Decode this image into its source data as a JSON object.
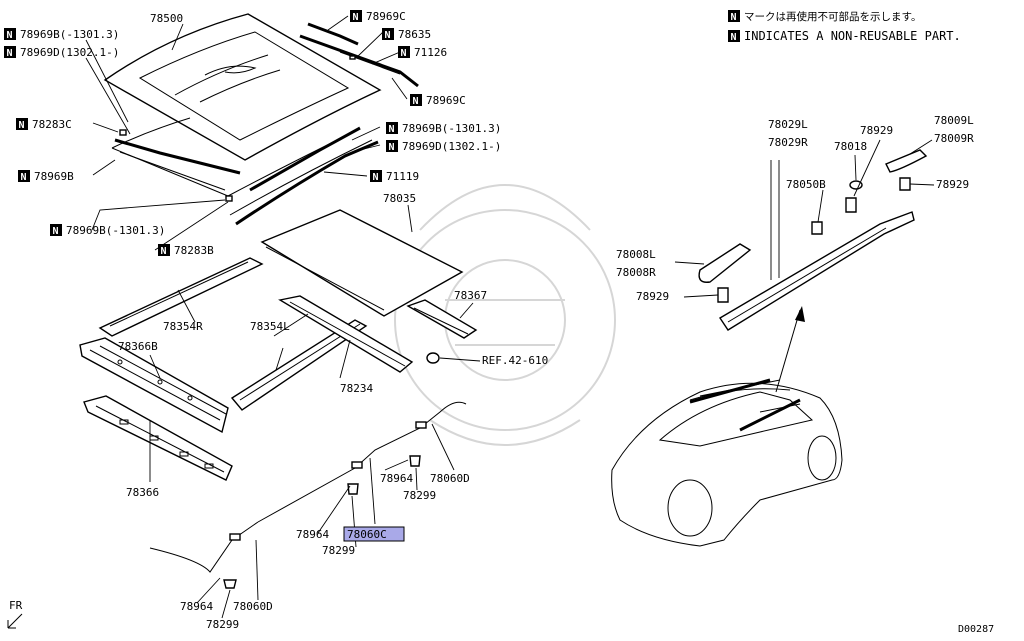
{
  "notes": {
    "line1": "マークは再使用不可部品を示します。",
    "line2": "INDICATES A NON-REUSABLE PART.",
    "marker": "N"
  },
  "diagram_code": "D00287",
  "front_label": "FR",
  "ref_label": "REF.42-610",
  "highlight_color": "#a9a9e8",
  "parts": {
    "p78500": "78500",
    "p78969B_a": "78969B(-1301.3)",
    "p78969D_a": "78969D(1302.1-)",
    "p78969C_top": "78969C",
    "p78635": "78635",
    "p71126": "71126",
    "p78969C_bot": "78969C",
    "p78283C": "78283C",
    "p78969B_b": "78969B",
    "p78969B_c": "78969B(-1301.3)",
    "p78969D_b": "78969D(1302.1-)",
    "p71119": "71119",
    "p78969B_d": "78969B(-1301.3)",
    "p78283B": "78283B",
    "p78035": "78035",
    "p78354R": "78354R",
    "p78354L": "78354L",
    "p78366B": "78366B",
    "p78367": "78367",
    "p78234": "78234",
    "p78366": "78366",
    "p78964_a": "78964",
    "p78299_a": "78299",
    "p78060D_a": "78060D",
    "p78964_b": "78964",
    "p78299_b": "78299",
    "p78060C": "78060C",
    "p78964_c": "78964",
    "p78299_c": "78299",
    "p78060D_c": "78060D",
    "p78029L": "78029L",
    "p78029R": "78029R",
    "p78929_a": "78929",
    "p78018": "78018",
    "p78009L": "78009L",
    "p78009R": "78009R",
    "p78050B": "78050B",
    "p78929_b": "78929",
    "p78008L": "78008L",
    "p78008R": "78008R",
    "p78929_c": "78929"
  }
}
